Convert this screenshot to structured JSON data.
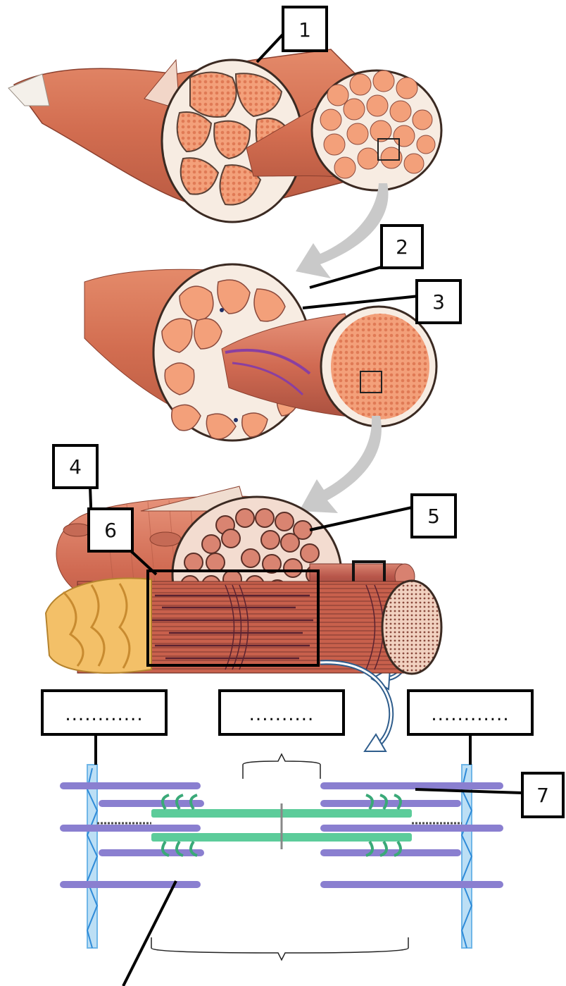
{
  "diagram": {
    "numbered_labels": [
      "1",
      "2",
      "3",
      "4",
      "5",
      "6",
      "7"
    ],
    "blank_labels": [
      "............",
      "..........",
      "............"
    ]
  },
  "colors": {
    "muscle": "#d9765a",
    "muscle_dark": "#b4553d",
    "fascicle_fill": "#f3a07a",
    "connective": "#f7ece2",
    "outline": "#3b2a22",
    "myofibril": "#c55a4a",
    "tendon_yellow": "#f0c070",
    "actin": "#8a7fd0",
    "myosin": "#5ccc9a",
    "zline": "#6fb6e8",
    "arrow_gray": "#c9c9c9",
    "arrow_blue": "#2f5d8c",
    "label_box": "#000000"
  }
}
